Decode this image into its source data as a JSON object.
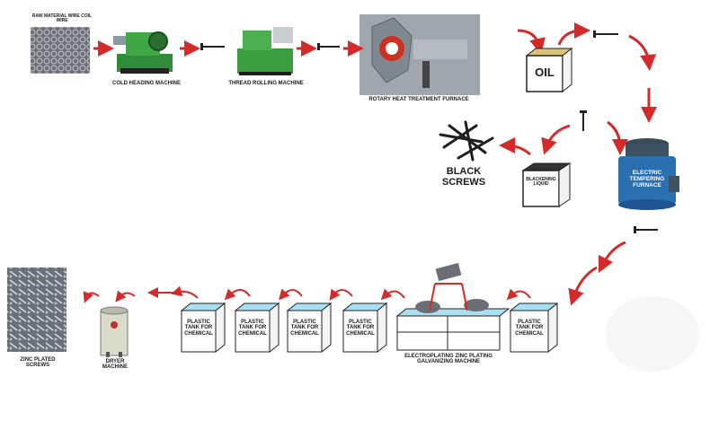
{
  "labels": {
    "raw_material": "RAW MATERIAL WIRE COIL WIRE",
    "cold_heading": "COLD HEADING MACHINE",
    "thread_rolling": "THREAD ROLLING MACHINE",
    "rotary_furnace": "ROTARY HEAT TREATMENT FURNACE",
    "oil": "OIL",
    "black_screws": "BLACK SCREWS",
    "blackening_liquid": "BLACKENING LIQUID",
    "electric_furnace": "ELECTRIC TEMPERING FURNACE",
    "zinc_plated_screws": "ZINC PLATED SCREWS",
    "dryer_machine": "DRYER MACHINE",
    "plastic_tank": "PLASTIC TANK FOR CHEMICAL",
    "electroplating": "ELECTROPLATING ZINC PLATING GALVANIZING MACHINE"
  },
  "colors": {
    "arrow_red": "#d42a2a",
    "tank_water": "#a9dff2",
    "machine_green": "#3a9a3a",
    "furnace_blue": "#2a6fb0",
    "oil_box": "#e8d08a"
  }
}
